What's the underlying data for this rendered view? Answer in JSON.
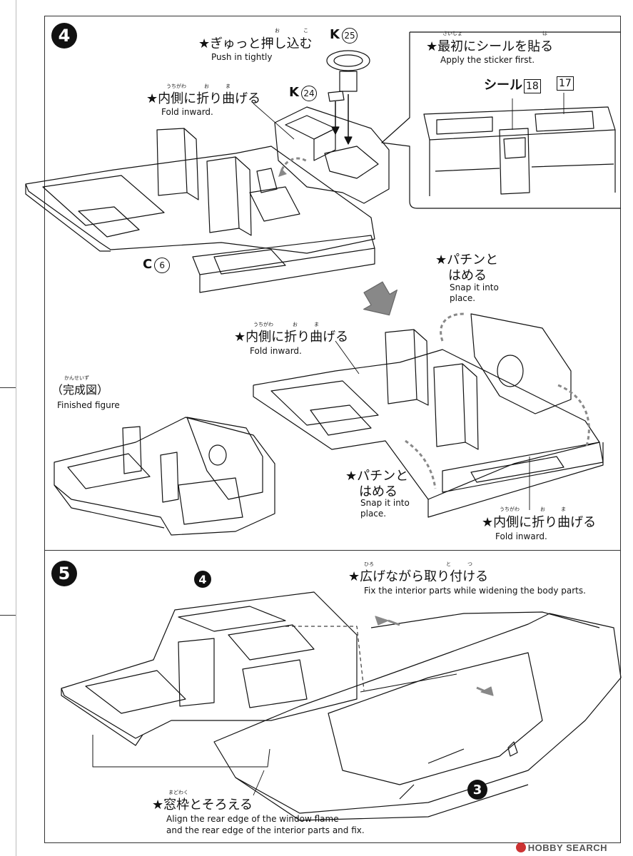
{
  "steps": [
    {
      "number": "4"
    },
    {
      "number": "5"
    }
  ],
  "step4": {
    "push": {
      "jp": "★ぎゅっと押し込む",
      "en": "Push in tightly",
      "ruby": [
        "お",
        "こ"
      ]
    },
    "parts": {
      "k25": "K",
      "k25_num": "25",
      "k24": "K",
      "k24_num": "24",
      "c6": "C",
      "c6_num": "6"
    },
    "fold1": {
      "jp": "★内側に折り曲げる",
      "en": "Fold inward.",
      "ruby": [
        "うちがわ",
        "お",
        "ま"
      ]
    },
    "sticker_first": {
      "jp": "★最初にシールを貼る",
      "en": "Apply the sticker first.",
      "ruby": [
        "さいしょ",
        "は"
      ]
    },
    "sticker_label": "シール",
    "sticker_num_a": "18",
    "sticker_num_b": "17",
    "snap1": {
      "jp1": "★パチンと",
      "jp2": "はめる",
      "en1": "Snap it into",
      "en2": "place."
    },
    "fold2": {
      "jp": "★内側に折り曲げる",
      "en": "Fold inward.",
      "ruby": [
        "うちがわ",
        "お",
        "ま"
      ]
    },
    "finished": {
      "jp": "（完成図）",
      "en": "Finished figure",
      "ruby": "かんせいず"
    },
    "snap2": {
      "jp1": "★パチンと",
      "jp2": "はめる",
      "en1": "Snap it into",
      "en2": "place."
    },
    "fold3": {
      "jp": "★内側に折り曲げる",
      "en": "Fold inward.",
      "ruby": [
        "うちがわ",
        "お",
        "ま"
      ]
    }
  },
  "step5": {
    "sub_step": "4",
    "widen": {
      "jp": "★広げながら取り付ける",
      "en": "Fix the interior parts while widening the body parts.",
      "ruby": [
        "ひろ",
        "と",
        "つ"
      ]
    },
    "align": {
      "jp": "★窓枠とそろえる",
      "en1": "Align the rear edge of the window flame",
      "en2": "and the rear edge of the interior parts and fix.",
      "ruby": "まどわく"
    },
    "body_step": "3"
  },
  "watermark": "HOBBY SEARCH",
  "colors": {
    "ink": "#111111",
    "arrow_grey": "#888888",
    "watermark": "#555555"
  }
}
